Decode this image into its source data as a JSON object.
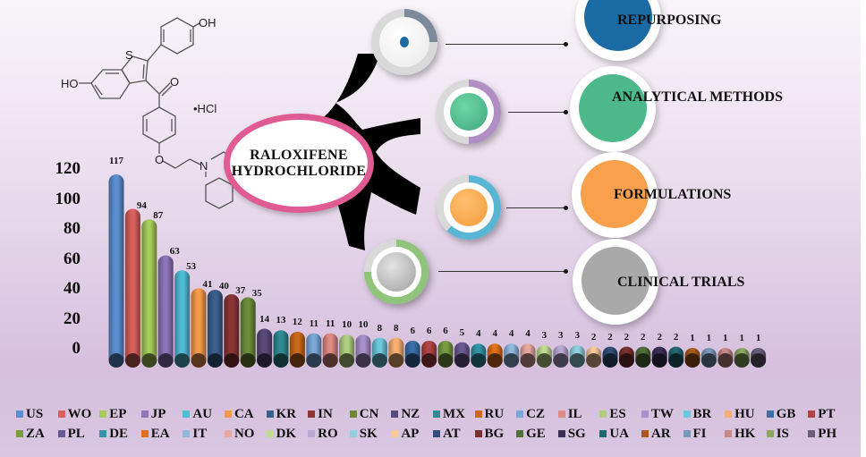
{
  "structure": {
    "name": "Raloxifene hydrochloride chemical structure",
    "labels": {
      "oh_top": "OH",
      "ho_left": "HO",
      "sulfur": "S",
      "oxygen_carbonyl": "O",
      "oxygen_ether": "O",
      "nitrogen": "N",
      "salt": "•HCl"
    }
  },
  "mindmap": {
    "center_label_line1": "RALOXIFENE",
    "center_label_line2": "HYDROCHLORIDE",
    "topics": [
      {
        "label": "REPURPOSING",
        "color": "#1a6aa3"
      },
      {
        "label": "ANALYTICAL METHODS",
        "color": "#4db98a"
      },
      {
        "label": "FORMULATIONS",
        "color": "#f8a04c"
      },
      {
        "label": "CLINICAL TRIALS",
        "color": "#a9a9a9"
      }
    ]
  },
  "chart_data": {
    "type": "bar",
    "title": "",
    "xlabel": "",
    "ylabel": "",
    "ylim": [
      0,
      120
    ],
    "yticks": [
      120,
      100,
      80,
      60,
      40,
      20,
      0
    ],
    "grid": false,
    "legend_position": "bottom",
    "categories": [
      "US",
      "WO",
      "EP",
      "JP",
      "AU",
      "CA",
      "KR",
      "IN",
      "CN",
      "NZ",
      "MX",
      "RU",
      "CZ",
      "IL",
      "ES",
      "TW",
      "BR",
      "HU",
      "GB",
      "PT",
      "ZA",
      "PL",
      "DE",
      "EA",
      "IT",
      "NO",
      "DK",
      "RO",
      "SK",
      "AP",
      "AT",
      "BG",
      "GE",
      "SG",
      "UA",
      "AR",
      "FI",
      "HK",
      "IS",
      "PH"
    ],
    "values": [
      117,
      94,
      87,
      63,
      53,
      41,
      40,
      37,
      35,
      14,
      13,
      12,
      11,
      11,
      10,
      10,
      8,
      8,
      6,
      6,
      6,
      5,
      4,
      4,
      4,
      4,
      3,
      3,
      3,
      2,
      2,
      2,
      2,
      2,
      2,
      1,
      1,
      1,
      1,
      1
    ],
    "colors": [
      "#5b8fd1",
      "#d9605c",
      "#a6cc5a",
      "#8e74b8",
      "#4fbdd6",
      "#f59a4a",
      "#3a5f8c",
      "#8c3535",
      "#6c8c3a",
      "#5a4a7a",
      "#2f8a94",
      "#cc6a1c",
      "#7aa8d8",
      "#e08a84",
      "#b0d080",
      "#a890cc",
      "#6cc8dc",
      "#f8b070",
      "#3a6fa8",
      "#b04444",
      "#7a9c40",
      "#6a5a94",
      "#3296a8",
      "#e0701c",
      "#90b8e0",
      "#e8a8a0",
      "#c0dc90",
      "#b8a8d4",
      "#90d0e0",
      "#f8c898",
      "#2f4f78",
      "#7a3030",
      "#50703a",
      "#3a2f54",
      "#226870",
      "#a85a1c",
      "#7898b8",
      "#c88888",
      "#8ca860",
      "#6a5f7c"
    ]
  }
}
